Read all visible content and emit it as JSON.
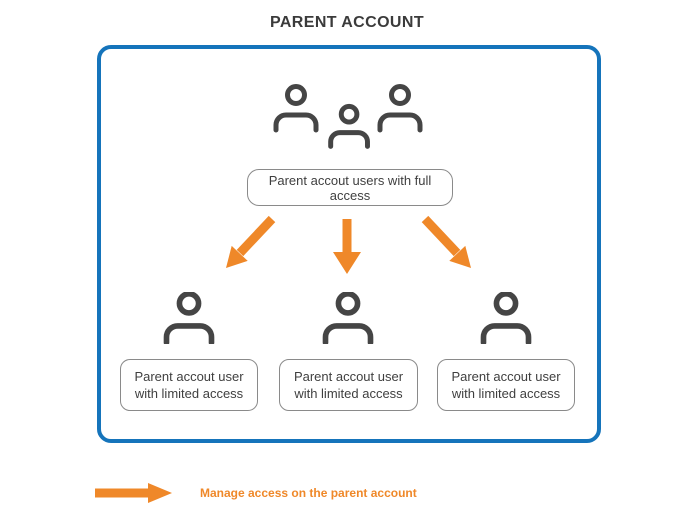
{
  "title": "PARENT ACCOUNT",
  "colors": {
    "border_blue": "#1574bb",
    "arrow_orange": "#ef8829",
    "icon_gray": "#454545",
    "text_dark": "#3f3f3f",
    "pill_border_gray": "#8a8a8a"
  },
  "parent_box": {
    "full_access_label": "Parent accout users with full access",
    "limited_users": [
      {
        "line1": "Parent accout user",
        "line2": "with limited access"
      },
      {
        "line1": "Parent accout user",
        "line2": "with limited access"
      },
      {
        "line1": "Parent accout user",
        "line2": "with limited access"
      }
    ]
  },
  "legend": {
    "label": "Manage access on the parent account"
  },
  "icons": {
    "top": "users-group-icon",
    "bottom": "user-icon",
    "flow": "orange-arrow-icon",
    "legend": "right-arrow-icon"
  }
}
